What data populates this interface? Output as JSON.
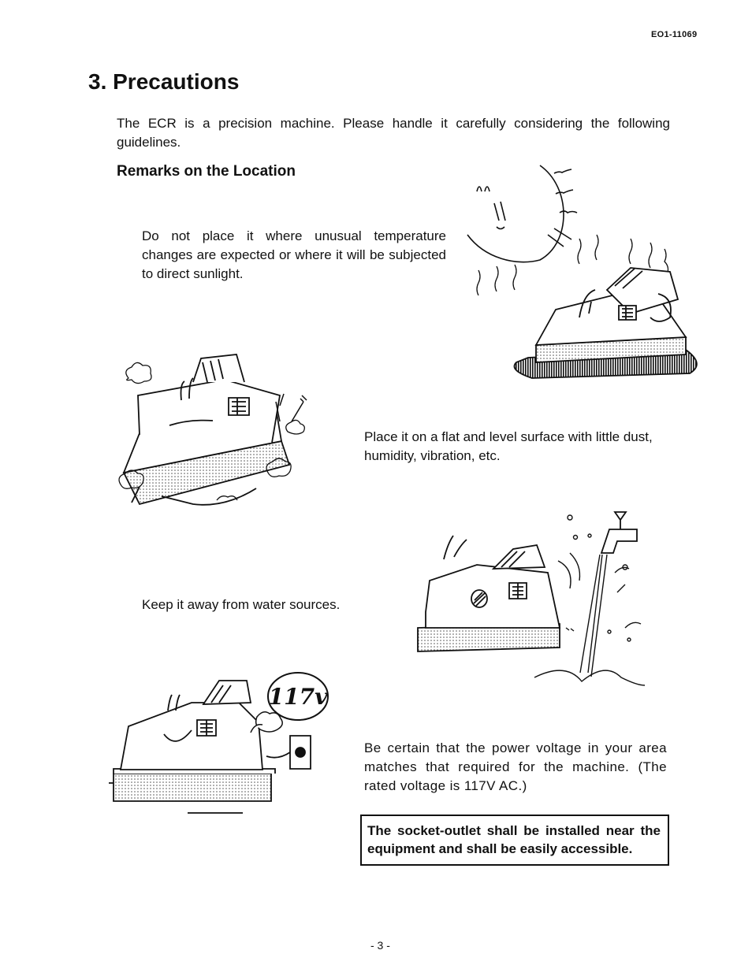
{
  "header": {
    "doc_code": "EO1-11069"
  },
  "section": {
    "title": "3. Precautions",
    "intro": "The ECR is a precision machine.  Please handle it carefully considering the following guidelines.",
    "subheading": "Remarks on the Location"
  },
  "remarks": [
    {
      "text": "Do not place it where unusual temperature changes are expected or where it will be subjected to direct sunlight."
    },
    {
      "text": "Place it on a flat and level surface with little dust, humidity, vibration, etc."
    },
    {
      "text": "Keep it away from water sources."
    },
    {
      "text": "Be certain that the power voltage in your area matches that required for the machine.  (The rated voltage is 117V AC.)"
    }
  ],
  "illustrations": {
    "voltage_badge": "117v"
  },
  "notice": {
    "text": "The socket-outlet shall be installed near the equipment and shall be easily accessible."
  },
  "footer": {
    "page_number": "- 3 -"
  }
}
